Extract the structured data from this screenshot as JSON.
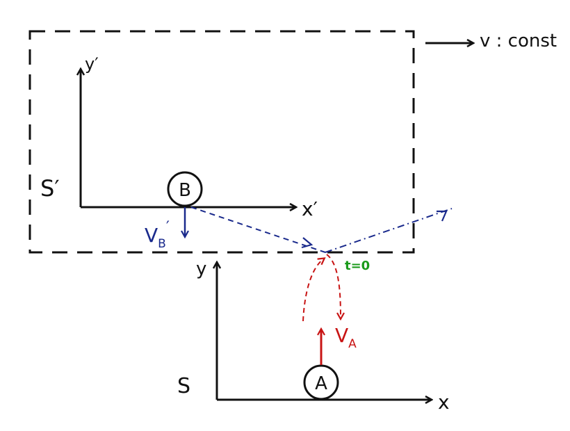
{
  "frame_moving": {
    "label": "S′",
    "x_axis": "x′",
    "y_axis": "y′",
    "velocity_note": "v : const",
    "particle": "B",
    "particle_velocity": "V",
    "particle_velocity_sub": "B",
    "particle_velocity_prime": "′"
  },
  "frame_rest": {
    "label": "S",
    "x_axis": "x",
    "y_axis": "y",
    "particle": "A",
    "particle_velocity": "V",
    "particle_velocity_sub": "A"
  },
  "collision_label": "t=0",
  "colors": {
    "ink": "#111111",
    "blue": "#1a2a8c",
    "red": "#c81414",
    "green": "#1a9a1a"
  }
}
